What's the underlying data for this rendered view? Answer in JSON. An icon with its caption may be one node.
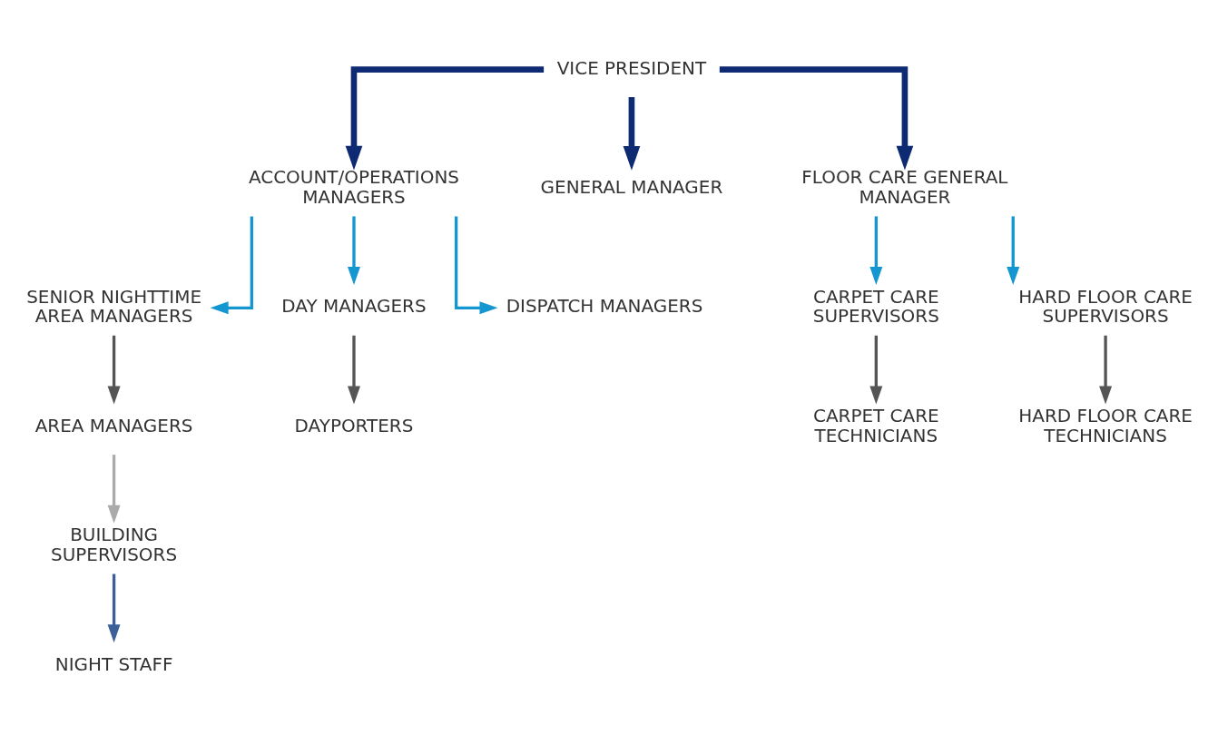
{
  "diagram": {
    "nodes": [
      {
        "text": [
          "VICE PRESIDENT"
        ]
      },
      {
        "text": [
          "ACCOUNT/OPERATIONS MANAGERS"
        ]
      },
      {
        "text": [
          "GENERAL MANAGER"
        ]
      },
      {
        "text": [
          "FLOOR CARE GENERAL MANAGER"
        ]
      },
      {
        "text": [
          "SENIOR NIGHTTIME AREA MANAGERS"
        ]
      },
      {
        "text": [
          "DAY MANAGERS"
        ]
      },
      {
        "text": [
          "DISPATCH MANAGERS"
        ]
      },
      {
        "text": [
          "CARPET CARE SUPERVISORS"
        ]
      },
      {
        "text": [
          "HARD FLOOR CARE SUPERVISORS"
        ]
      },
      {
        "text": [
          "AREA MANAGERS"
        ]
      },
      {
        "text": [
          "DAYPORTERS"
        ]
      },
      {
        "text": [
          "CARPET CARE TECHNICIANS"
        ]
      },
      {
        "text": [
          "HARD FLOOR CARE TECHNICIANS"
        ]
      },
      {
        "text": [
          "BUILDING SUPERVISORS"
        ]
      },
      {
        "text": [
          "NIGHT STAFF"
        ]
      }
    ],
    "edges": [
      {
        "from": 0,
        "to": 1,
        "arrow": "to",
        "style": "thick",
        "color": "#0d2a73"
      },
      {
        "from": 0,
        "to": 2,
        "arrow": "to",
        "style": "thick",
        "color": "#0d2a73"
      },
      {
        "from": 0,
        "to": 3,
        "arrow": "to",
        "style": "thick",
        "color": "#0d2a73"
      },
      {
        "from": 1,
        "to": 4,
        "arrow": "to",
        "color": "#1497d0"
      },
      {
        "from": 1,
        "to": 5,
        "arrow": "to",
        "color": "#1497d0"
      },
      {
        "from": 1,
        "to": 6,
        "arrow": "to",
        "color": "#1497d0"
      },
      {
        "from": 3,
        "to": 7,
        "arrow": "to",
        "color": "#1497d0"
      },
      {
        "from": 3,
        "to": 8,
        "arrow": "to",
        "color": "#1497d0"
      },
      {
        "from": 4,
        "to": 9,
        "arrow": "to",
        "color": "#555555"
      },
      {
        "from": 5,
        "to": 10,
        "arrow": "to",
        "color": "#555555"
      },
      {
        "from": 7,
        "to": 11,
        "arrow": "to",
        "color": "#555555"
      },
      {
        "from": 8,
        "to": 12,
        "arrow": "to",
        "color": "#555555"
      },
      {
        "from": 9,
        "to": 13,
        "arrow": "to",
        "color": "#aaaaaa"
      },
      {
        "from": 13,
        "to": 14,
        "arrow": "to",
        "color": "#3b5f96"
      }
    ]
  }
}
